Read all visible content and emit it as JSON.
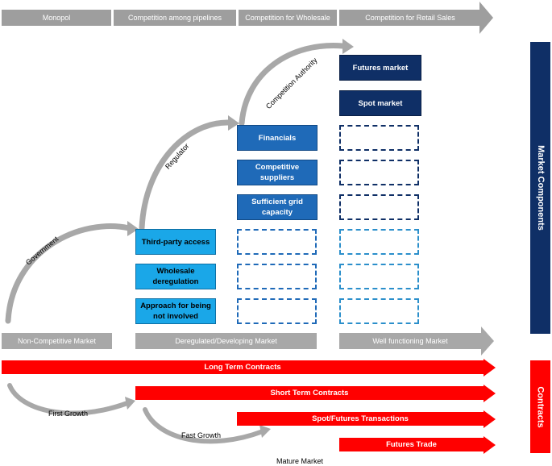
{
  "stages": [
    "Monopol",
    "Competition among pipelines",
    "Competition for Wholesale",
    "Competition for Retail Sales"
  ],
  "markets": [
    "Non-Competitive Market",
    "Deregulated/Developing Market",
    "Well functioning Market"
  ],
  "authorities": [
    "Government",
    "Regulator",
    "Competition Authority"
  ],
  "retail_boxes": [
    "Futures market",
    "Spot market"
  ],
  "wholesale_boxes": [
    "Financials",
    "Competitive suppliers",
    "Sufficient grid capacity"
  ],
  "pipeline_boxes": [
    "Third-party access",
    "Wholesale deregulation",
    "Approach for being not involved"
  ],
  "contracts": [
    "Long Term Contracts",
    "Short Term Contracts",
    "Spot/Futures Transactions",
    "Futures Trade"
  ],
  "growth_labels": [
    "First Growth",
    "Fast Growth",
    "Mature Market"
  ],
  "side_labels": [
    "Market Components",
    "Contracts"
  ],
  "colors": {
    "navy": "#0f2f66",
    "mid_blue": "#1f6ab8",
    "light_blue": "#1aa7e8",
    "red": "#ff0000",
    "grey": "#9e9e9e"
  }
}
